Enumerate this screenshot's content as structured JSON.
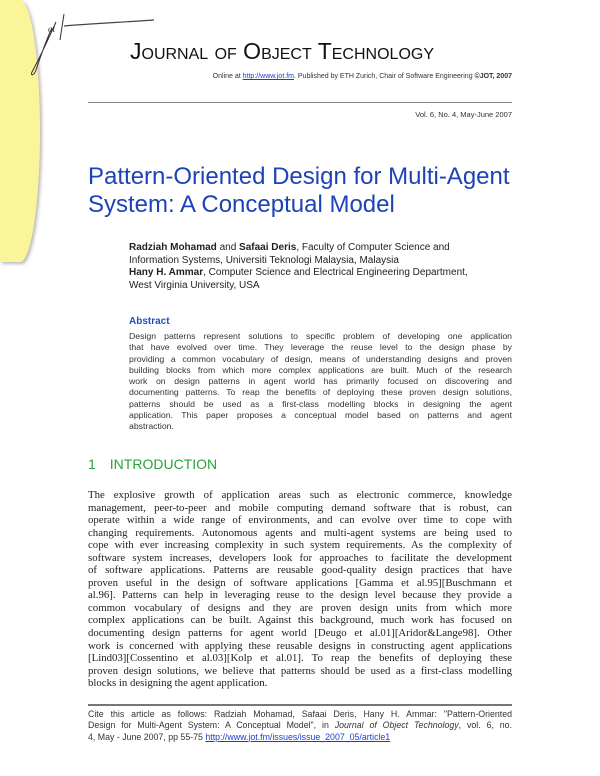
{
  "header": {
    "logo_text": "jot",
    "journal_title": "Journal of Object Technology",
    "online_prefix": "Online at ",
    "online_url": "http://www.jot.fm",
    "online_suffix": ". Published by ETH Zurich, Chair of Software Engineering ",
    "copyright": "©JOT, 2007",
    "volume": "Vol. 6, No. 4, May-June 2007",
    "accent_color": "#fbf59a"
  },
  "article": {
    "title_lines": [
      "Pattern-Oriented Design for Multi-Agent",
      "System: A Conceptual Model"
    ],
    "authors": {
      "author1": "Radziah Mohamad",
      "and": " and ",
      "author2": "Safaai Deris",
      "affil1": ", Faculty of Computer Science and",
      "affil1b": "Information Systems, Universiti Teknologi Malaysia, Malaysia",
      "author3": "Hany H. Ammar",
      "affil2": ", Computer Science and Electrical Engineering Department,",
      "affil2b": "West Virginia University, USA"
    },
    "abstract_heading": "Abstract",
    "abstract_lines": [
      "Design patterns represent solutions to specific problem of developing one application",
      "that have evolved over time. They leverage the reuse level to the design phase by",
      "providing a common vocabulary of design, means of understanding designs and proven",
      "building blocks from which more complex applications are built. Much of the research",
      "work on design patterns in agent world has primarily focused on discovering and",
      "documenting patterns. To reap the benefits of deploying these proven design solutions,",
      "patterns should be used as a first-class modelling blocks in designing the agent",
      "application. This paper proposes a conceptual model based on patterns and agent",
      "abstraction."
    ],
    "section": {
      "number": "1",
      "title": "INTRODUCTION",
      "color": "#2aa43a"
    },
    "body_lines": [
      "The explosive growth of application areas such as electronic commerce, knowledge",
      "management, peer-to-peer and mobile computing demand software that is robust, can",
      "operate within a wide range of environments, and can evolve over time to cope with",
      "changing requirements. Autonomous agents and multi-agent systems are being used to",
      "cope with ever increasing complexity in such system requirements. As the complexity of",
      "software system increases, developers look for approaches to facilitate the development",
      "of software applications. Patterns are reusable good-quality design practices that have",
      "proven useful in the design of software applications [Gamma et al.95][Buschmann et",
      "al.96]. Patterns can help in leveraging reuse to the design level because they provide a",
      "common vocabulary of designs and they are proven design units from which more",
      "complex applications can be built. Against this background, much work has focused on",
      "documenting design patterns for agent world [Deugo et al.01][Aridor&Lange98]. Other",
      "work is concerned with applying these reusable designs in constructing agent applications",
      "[Lind03][Cossentino et al.03][Kolp et al.01]. To reap the benefits of deploying these",
      "proven design solutions, we believe that patterns should be used as a first-class modelling",
      "blocks in designing the agent application."
    ]
  },
  "citation": {
    "line1": "Cite this article as follows: Radziah Mohamad, Safaai Deris, Hany H. Ammar: \"Pattern-Oriented",
    "line2a": "Design for Multi-Agent System: A Conceptual Model\", in ",
    "journal": "Journal of Object Technology",
    "line2b": ", vol. 6, no.",
    "line3": "4, May - June 2007, pp 55-75 ",
    "url": "http://www.jot.fm/issues/issue_2007_05/article1"
  }
}
